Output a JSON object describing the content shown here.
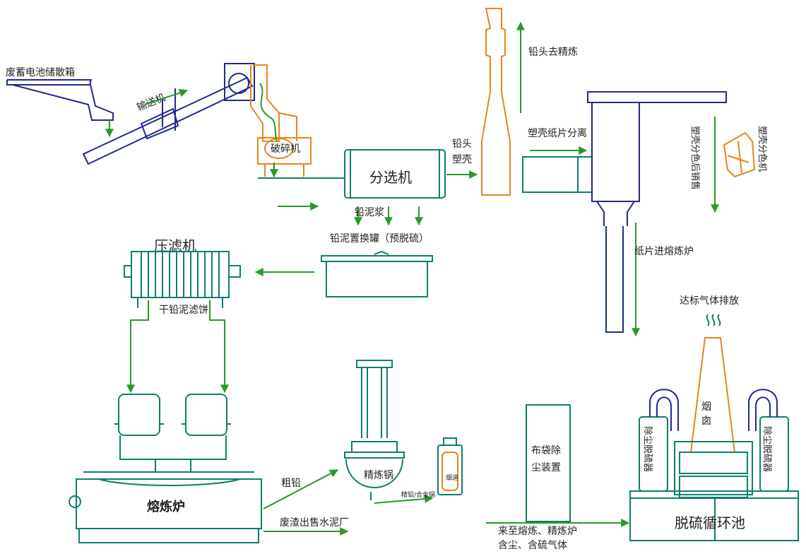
{
  "labels": {
    "storage_box": "废蓄电池储散箱",
    "conveyor": "输送机",
    "crusher": "破碎机",
    "separator": "分选机",
    "lead_plastic_l1": "铅头",
    "lead_plastic_l2": "塑壳",
    "lead_refine": "铅头去精炼",
    "plastic_paper_sep": "塑壳纸片分离",
    "color_sorter": "塑壳分色机",
    "color_sorter_sale": "塑壳分色后销售",
    "paper_to_furnace": "纸片进熔炼炉",
    "lead_slurry": "铅泥浆",
    "lead_tank": "铅泥置换罐（预脱硫）",
    "filter_press": "压滤机",
    "dry_cake": "干铅泥滤饼",
    "smelter": "熔炼炉",
    "crude_lead": "粗铅",
    "slag_sale": "废渣出售水泥厂",
    "refine_pot": "精炼锅",
    "refined_alloy": "精铅/合金锅",
    "flue": "烟道",
    "baghouse": "布袋除尘装置",
    "gas_line1": "来至熔炼、精炼炉",
    "gas_line2": "含尘、含硫气体",
    "chimney": "烟囱",
    "emission": "达标气体排放",
    "desulf_left": "除尘脱硫器",
    "desulf_right": "除尘脱硫器",
    "desulf_pool": "脱硫循环池"
  },
  "colors": {
    "equipment_blue": "#1f2a8c",
    "equipment_teal": "#0e7e6b",
    "equipment_orange": "#e8841a",
    "flow_green": "#2a9a2a"
  }
}
